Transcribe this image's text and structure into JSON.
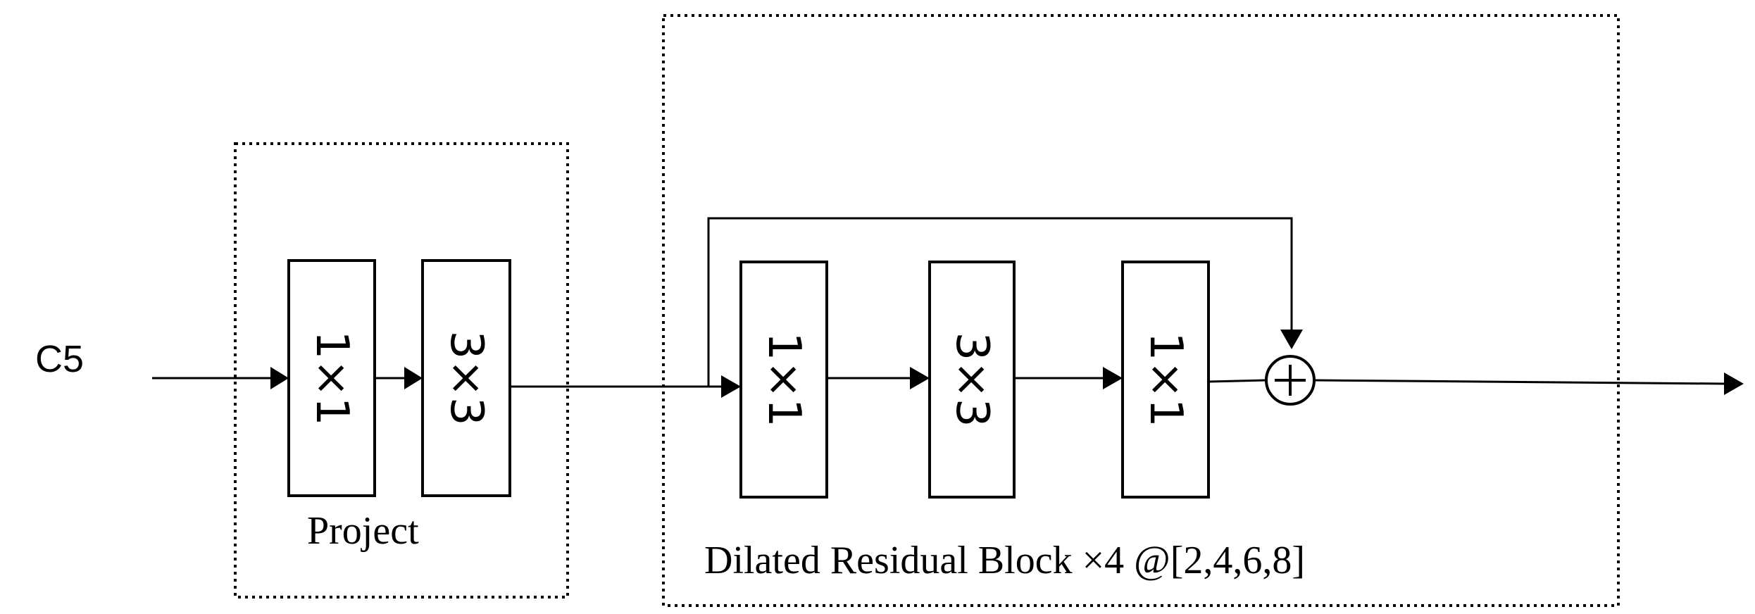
{
  "input_label": "C5",
  "project": {
    "label": "Project",
    "blocks": [
      "1×1",
      "3×3"
    ]
  },
  "residual": {
    "label": "Dilated Residual Block ×4 @[2,4,6,8]",
    "blocks": [
      "1×1",
      "3×3",
      "1×1"
    ],
    "sum_symbol": "+"
  }
}
